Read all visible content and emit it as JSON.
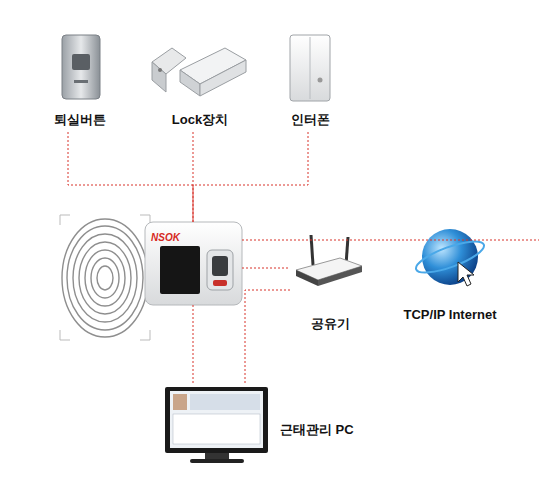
{
  "diagram": {
    "nodes": [
      {
        "text": [
          "퇴실버튼"
        ]
      },
      {
        "text": [
          "Lock장치"
        ]
      },
      {
        "text": [
          "인터폰"
        ]
      },
      {
        "text": [
          "NSOK"
        ]
      },
      {
        "text": [
          "공유기"
        ]
      },
      {
        "text": [
          "TCP/IP Internet"
        ]
      },
      {
        "text": [
          "근태관리 PC"
        ]
      }
    ],
    "edges": [
      {
        "from": 0,
        "to": 3,
        "arrow": "none"
      },
      {
        "from": 1,
        "to": 3,
        "arrow": "none"
      },
      {
        "from": 2,
        "to": 3,
        "arrow": "none"
      },
      {
        "from": 3,
        "to": 4,
        "arrow": "none"
      },
      {
        "from": 4,
        "to": 6,
        "arrow": "none"
      },
      {
        "from": 3,
        "to": 6,
        "arrow": "none"
      }
    ]
  }
}
